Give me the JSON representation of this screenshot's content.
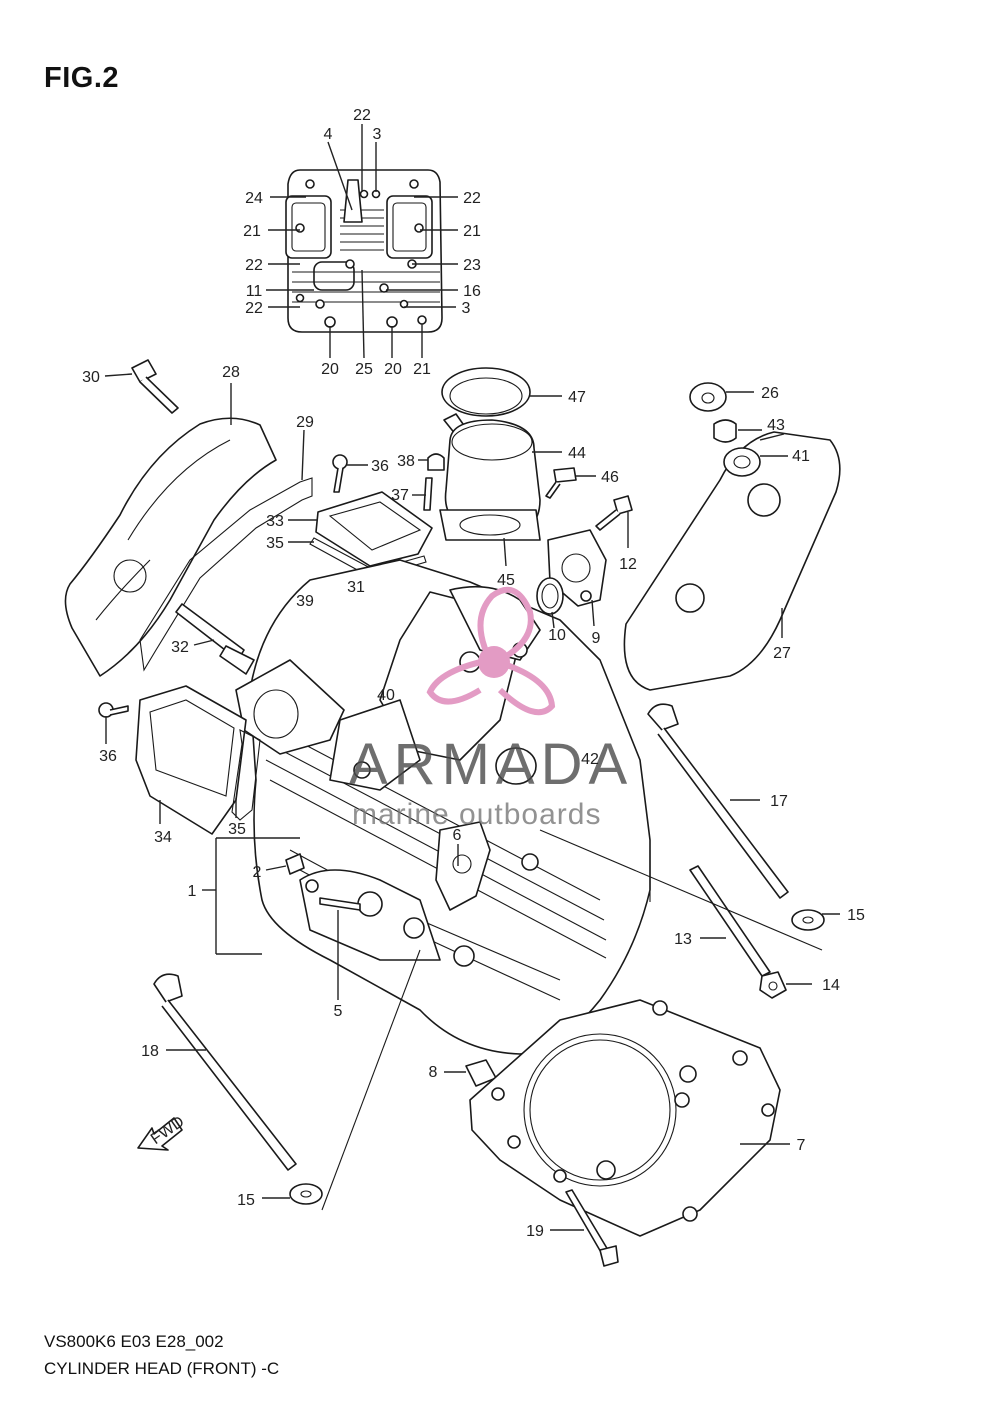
{
  "figure": {
    "title": "FIG.2"
  },
  "watermark": {
    "brand": "ARMADA",
    "tagline": "marine outboards",
    "accent": "#e39bc4"
  },
  "footer": {
    "model_code": "VS800K6 E03 E28_002",
    "caption": "CYLINDER HEAD (FRONT) -C"
  },
  "fwd_badge": "FWD",
  "callouts": [
    {
      "id": "c-22a",
      "text": "22"
    },
    {
      "id": "c-4",
      "text": "4"
    },
    {
      "id": "c-3a",
      "text": "3"
    },
    {
      "id": "c-24",
      "text": "24"
    },
    {
      "id": "c-22b",
      "text": "22"
    },
    {
      "id": "c-21a",
      "text": "21"
    },
    {
      "id": "c-21b",
      "text": "21"
    },
    {
      "id": "c-22c",
      "text": "22"
    },
    {
      "id": "c-23",
      "text": "23"
    },
    {
      "id": "c-11",
      "text": "11"
    },
    {
      "id": "c-16",
      "text": "16"
    },
    {
      "id": "c-22d",
      "text": "22"
    },
    {
      "id": "c-3b",
      "text": "3"
    },
    {
      "id": "c-20a",
      "text": "20"
    },
    {
      "id": "c-25",
      "text": "25"
    },
    {
      "id": "c-20b",
      "text": "20"
    },
    {
      "id": "c-21c",
      "text": "21"
    },
    {
      "id": "c-30",
      "text": "30"
    },
    {
      "id": "c-28",
      "text": "28"
    },
    {
      "id": "c-47",
      "text": "47"
    },
    {
      "id": "c-26",
      "text": "26"
    },
    {
      "id": "c-29",
      "text": "29"
    },
    {
      "id": "c-36a",
      "text": "36"
    },
    {
      "id": "c-38",
      "text": "38"
    },
    {
      "id": "c-44",
      "text": "44"
    },
    {
      "id": "c-43",
      "text": "43"
    },
    {
      "id": "c-41",
      "text": "41"
    },
    {
      "id": "c-46",
      "text": "46"
    },
    {
      "id": "c-37",
      "text": "37"
    },
    {
      "id": "c-33",
      "text": "33"
    },
    {
      "id": "c-12",
      "text": "12"
    },
    {
      "id": "c-35a",
      "text": "35"
    },
    {
      "id": "c-45",
      "text": "45"
    },
    {
      "id": "c-31",
      "text": "31"
    },
    {
      "id": "c-39",
      "text": "39"
    },
    {
      "id": "c-10",
      "text": "10"
    },
    {
      "id": "c-9",
      "text": "9"
    },
    {
      "id": "c-27",
      "text": "27"
    },
    {
      "id": "c-32",
      "text": "32"
    },
    {
      "id": "c-40",
      "text": "40"
    },
    {
      "id": "c-36b",
      "text": "36"
    },
    {
      "id": "c-42",
      "text": "42"
    },
    {
      "id": "c-17",
      "text": "17"
    },
    {
      "id": "c-34",
      "text": "34"
    },
    {
      "id": "c-35b",
      "text": "35"
    },
    {
      "id": "c-6",
      "text": "6"
    },
    {
      "id": "c-2",
      "text": "2"
    },
    {
      "id": "c-1",
      "text": "1"
    },
    {
      "id": "c-15a",
      "text": "15"
    },
    {
      "id": "c-13",
      "text": "13"
    },
    {
      "id": "c-14",
      "text": "14"
    },
    {
      "id": "c-5",
      "text": "5"
    },
    {
      "id": "c-18",
      "text": "18"
    },
    {
      "id": "c-8",
      "text": "8"
    },
    {
      "id": "c-7",
      "text": "7"
    },
    {
      "id": "c-15b",
      "text": "15"
    },
    {
      "id": "c-19",
      "text": "19"
    }
  ]
}
